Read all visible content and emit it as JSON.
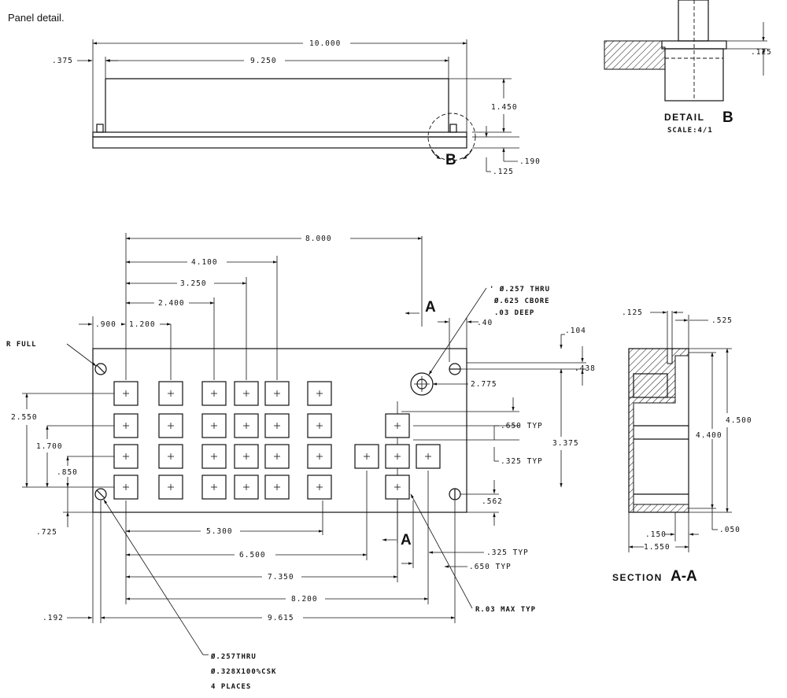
{
  "caption": "Panel detail.",
  "top_view": {
    "dims": {
      "overall": "10.000",
      "inner": "9.250",
      "left_offset": ".375",
      "height": "1.450",
      "d190": ".190",
      "d125": ".125"
    },
    "detail_callout": "B"
  },
  "detail_b": {
    "dim": ".125",
    "title_word": "DETAIL",
    "title_letter": "B",
    "scale": "SCALE:4/1"
  },
  "front_view": {
    "dims": {
      "d8000": "8.000",
      "d4100": "4.100",
      "d3250": "3.250",
      "d2400": "2.400",
      "d900": ".900",
      "d1200": "1.200",
      "d2550": "2.550",
      "d1700": "1.700",
      "d850": ".850",
      "d725": ".725",
      "d5300": "5.300",
      "d6500": "6.500",
      "d7350": "7.350",
      "d8200": "8.200",
      "d9615": "9.615",
      "d192": ".192",
      "d104": ".104",
      "d438": ".438",
      "d2775": "2.775",
      "d3375": "3.375",
      "d562": ".562",
      "d40": ".40",
      "d650typ": ".650 TYP",
      "d325typ": ".325 TYP",
      "d325typ_b": ".325 TYP",
      "d650typ_b": ".650 TYP"
    },
    "notes": {
      "r_full": "R FULL",
      "hole_1": "' Ø.257 THRU",
      "hole_2": "Ø.625 CBORE",
      "hole_3": ".03 DEEP",
      "rmax": "R.03 MAX TYP",
      "csk_1": "Ø.257THRU",
      "csk_2": "Ø.328X100%CSK",
      "csk_3": "4 PLACES"
    },
    "section_letter_top": "A",
    "section_letter_bottom": "A"
  },
  "section_aa": {
    "dims": {
      "d125": ".125",
      "d525": ".525",
      "d4500": "4.500",
      "d4400": "4.400",
      "d150": ".150",
      "d050": ".050",
      "d1550": "1.550"
    },
    "title_word": "SECTION",
    "title_letters": "A-A"
  }
}
